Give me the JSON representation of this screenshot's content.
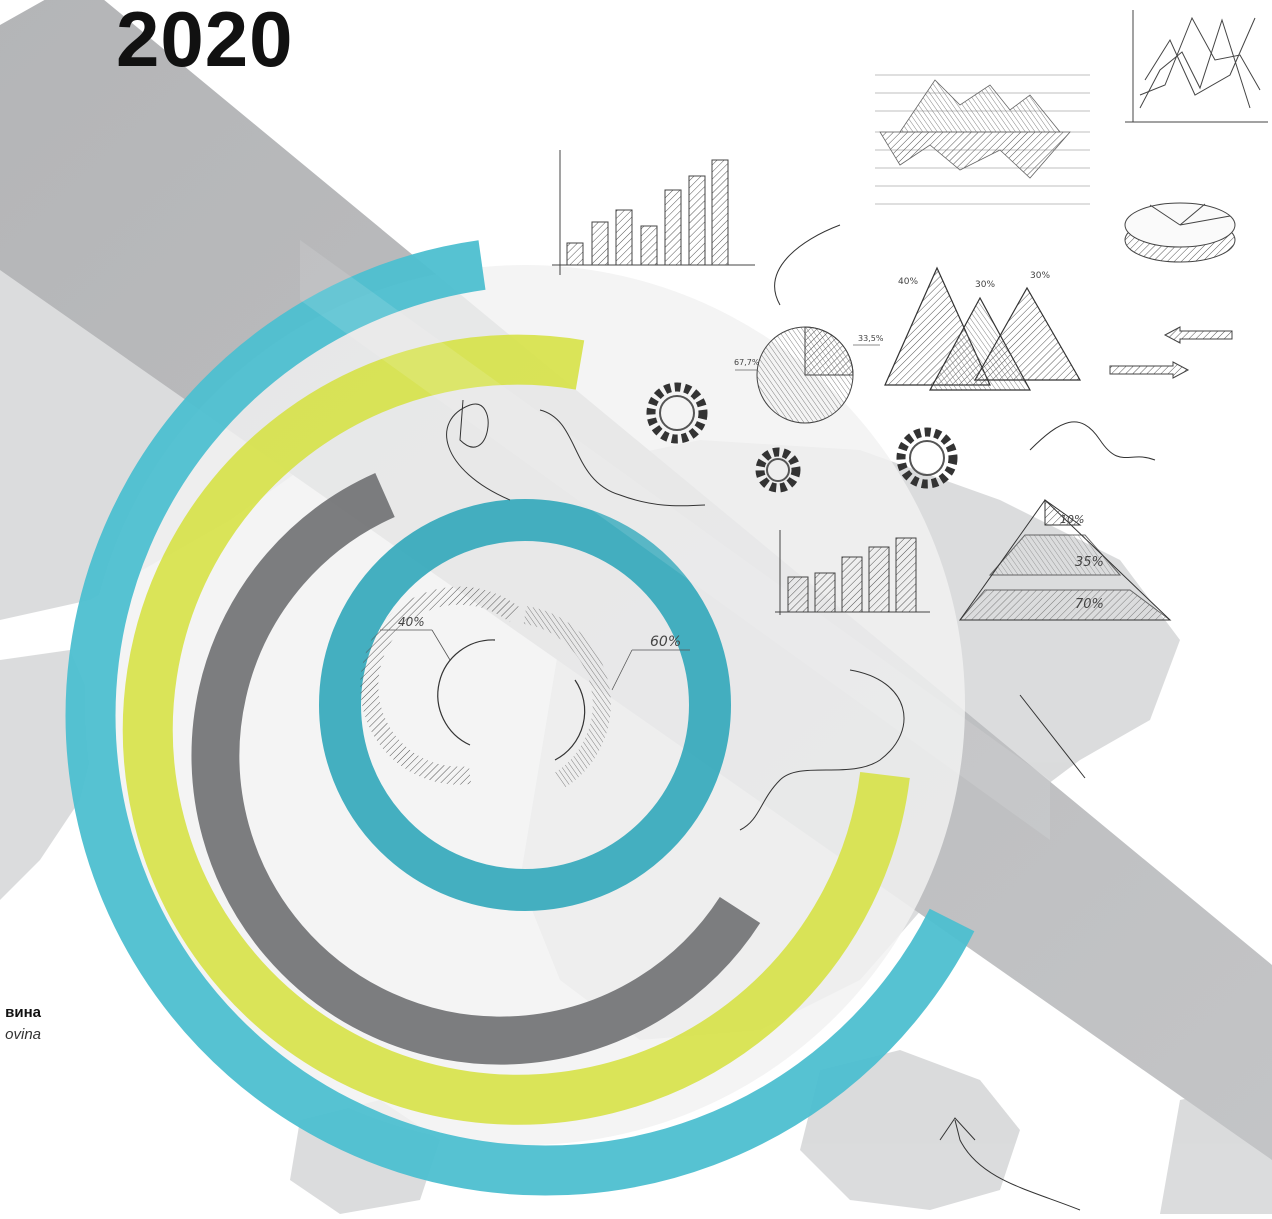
{
  "cover": {
    "year": "2020",
    "subtitle_line1": "вина",
    "subtitle_line2": "ovina"
  },
  "sketches": {
    "donut_left_percent": "40%",
    "donut_right_percent": "60%",
    "pie_left_percent": "67,7%",
    "pie_right_percent": "33,5%",
    "mountain_percents": [
      "40%",
      "30%",
      "30%"
    ],
    "pyramid_percents": [
      "10%",
      "35%",
      "70%"
    ]
  },
  "colors": {
    "teal": "#4dbfd0",
    "lime": "#d7e24a",
    "gray": "#6f7072",
    "band": "#bdbec0"
  }
}
